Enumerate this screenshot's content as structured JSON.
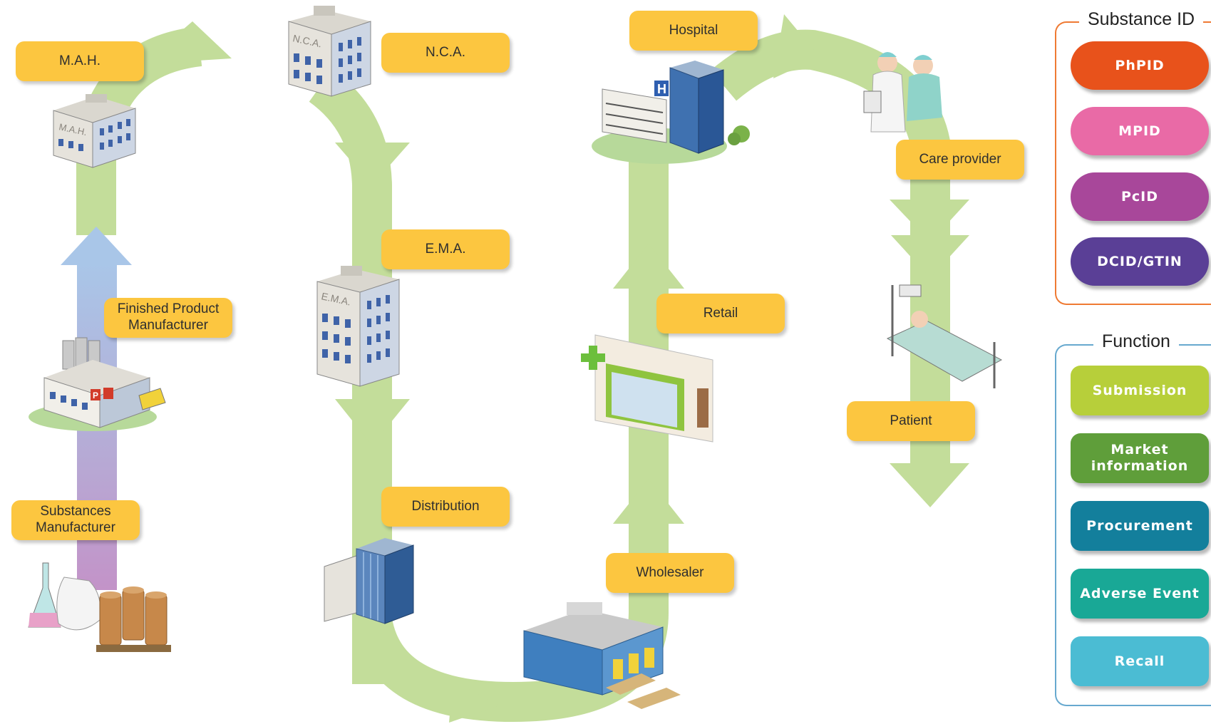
{
  "flow_labels": {
    "mah": "M.A.H.",
    "nca": "N.C.A.",
    "ema": "E.M.A.",
    "distribution": "Distribution",
    "wholesaler": "Wholesaler",
    "retail": "Retail",
    "hospital": "Hospital",
    "care_provider": "Care provider",
    "patient": "Patient",
    "finished_product_manufacturer": "Finished Product Manufacturer",
    "substances_manufacturer": "Substances Manufacturer"
  },
  "building_signs": {
    "mah": "M.A.H.",
    "nca": "N.C.A.",
    "ema": "E.M.A.",
    "hospital": "H",
    "factory": "P"
  },
  "substance_panel": {
    "title": "Substance ID",
    "items": [
      {
        "label": "PhPID",
        "color": "#e8521b"
      },
      {
        "label": "MPID",
        "color": "#e96aa6"
      },
      {
        "label": "PcID",
        "color": "#a8479a"
      },
      {
        "label": "DCID/GTIN",
        "color": "#5a3f96"
      }
    ]
  },
  "function_panel": {
    "title": "Function",
    "items": [
      {
        "label": "Submission",
        "color": "#b7cf3a"
      },
      {
        "label": "Market information",
        "color": "#5f9e3a"
      },
      {
        "label": "Procurement",
        "color": "#137f9c"
      },
      {
        "label": "Adverse Event",
        "color": "#19a896"
      },
      {
        "label": "Recall",
        "color": "#4bbcd3"
      }
    ]
  },
  "colors": {
    "flow_arrow": "#c3dd9a",
    "label_fill": "#fcc640",
    "substance_border": "#ef7a33",
    "function_border": "#67a9cf",
    "blue_arrow": "#a9c6e8"
  }
}
